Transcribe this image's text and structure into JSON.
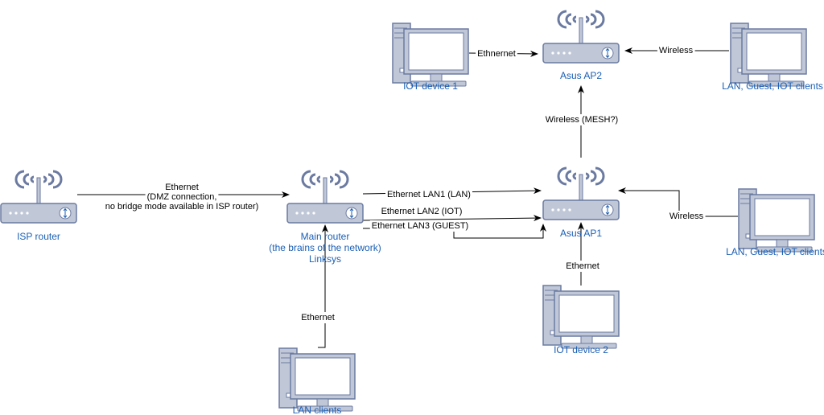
{
  "colors": {
    "device_fill": "#c0c8d8",
    "device_stroke": "#6b7aa1",
    "label_blue": "#1a5fb4",
    "edge": "#000000"
  },
  "nodes": {
    "isp_router": {
      "icon": "router-icon",
      "label": [
        "ISP router"
      ]
    },
    "main_router": {
      "icon": "router-icon",
      "label": [
        "Main router",
        "(the brains of the network)",
        "Linksys"
      ]
    },
    "asus_ap1": {
      "icon": "router-icon",
      "label": [
        "Asus AP1"
      ]
    },
    "asus_ap2": {
      "icon": "router-icon",
      "label": [
        "Asus AP2"
      ]
    },
    "iot_device_1": {
      "icon": "computer-icon",
      "label": [
        "IOT device 1"
      ]
    },
    "iot_device_2": {
      "icon": "computer-icon",
      "label": [
        "IOT device 2"
      ]
    },
    "lan_clients": {
      "icon": "computer-icon",
      "label": [
        "LAN clients"
      ]
    },
    "clients_top": {
      "icon": "computer-icon",
      "label": [
        "LAN, Guest, IOT clients"
      ]
    },
    "clients_right": {
      "icon": "computer-icon",
      "label": [
        "LAN, Guest, IOT clients"
      ]
    }
  },
  "edges": {
    "isp_main": [
      "Ethernet",
      "(DMZ connection,",
      "no bridge mode available in ISP router)"
    ],
    "lan1": [
      "Ethernet LAN1 (LAN)"
    ],
    "lan2": [
      "Ethernet LAN2 (IOT)"
    ],
    "lan3": [
      "Ethernet LAN3 (GUEST)"
    ],
    "lan_clients_main": [
      "Ethernet"
    ],
    "ap1_ap2": [
      "Wireless (MESH?)"
    ],
    "iot1_ap2": [
      "Ethnernet"
    ],
    "clients_top_ap2": [
      "Wireless"
    ],
    "clients_right_ap1": [
      "Wireless"
    ],
    "iot2_ap1": [
      "Ethernet"
    ]
  }
}
